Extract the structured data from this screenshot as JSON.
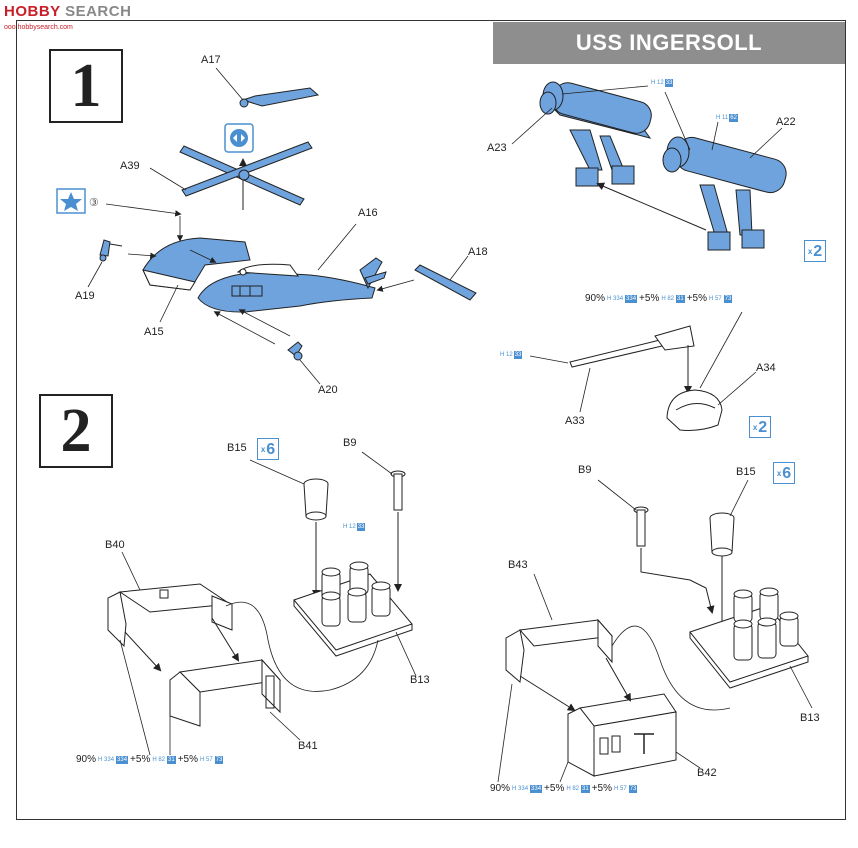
{
  "watermark": {
    "brand_a": "HOBBY",
    "brand_b": " SEARCH",
    "sub": "ooo.hobbysearch.com"
  },
  "banner": {
    "title": "USS INGERSOLL"
  },
  "steps": {
    "step1": "1",
    "step2": "2"
  },
  "step1_labels": {
    "a17": "A17",
    "a39": "A39",
    "a16": "A16",
    "a18": "A18",
    "a19": "A19",
    "a15": "A15",
    "a20": "A20",
    "star_count": "③"
  },
  "launcher": {
    "a23": "A23",
    "a22": "A22",
    "code1": {
      "prefix": "H 12",
      "chip": "33"
    },
    "code2": {
      "prefix": "H 11",
      "chip": "62"
    },
    "multiplier": {
      "x": "x",
      "n": "2"
    }
  },
  "gun": {
    "a33": "A33",
    "a34": "A34",
    "code": {
      "prefix": "H 12",
      "chip": "33"
    },
    "mix": {
      "p1": "90%",
      "c1": "H 334",
      "k1": "334",
      "p2": "+5%",
      "c2": "H 82",
      "k2": "31",
      "p3": "+5%",
      "c3": "H 57",
      "k3": "73"
    },
    "multiplier": {
      "x": "x",
      "n": "2"
    }
  },
  "step2_left": {
    "b15": "B15",
    "b9": "B9",
    "b40": "B40",
    "b41": "B41",
    "b13": "B13",
    "code": {
      "prefix": "H 12",
      "chip": "33"
    },
    "multiplier": {
      "x": "x",
      "n": "6"
    },
    "mix": {
      "p1": "90%",
      "c1": "H 334",
      "k1": "334",
      "p2": "+5%",
      "c2": "H 82",
      "k2": "31",
      "p3": "+5%",
      "c3": "H 57",
      "k3": "73"
    }
  },
  "step2_right": {
    "b9": "B9",
    "b15": "B15",
    "b43": "B43",
    "b42": "B42",
    "b13": "B13",
    "multiplier": {
      "x": "x",
      "n": "6"
    },
    "mix": {
      "p1": "90%",
      "c1": "H 334",
      "k1": "334",
      "p2": "+5%",
      "c2": "H 82",
      "k2": "31",
      "p3": "+5%",
      "c3": "H 57",
      "k3": "73"
    }
  },
  "colors": {
    "part_blue": "#6fa3de",
    "accent_blue": "#4a90d0",
    "banner_grey": "#8e8e8e",
    "line": "#222222"
  },
  "icons": [
    "star-icon",
    "repeat-icon"
  ]
}
